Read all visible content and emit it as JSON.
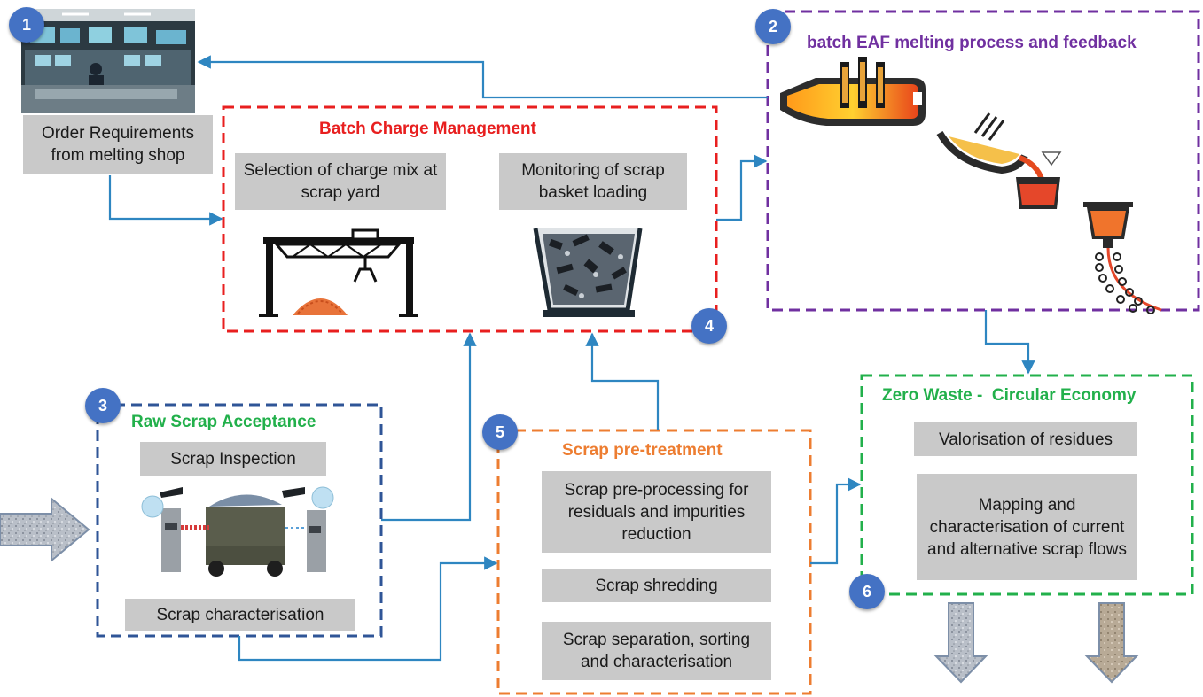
{
  "colors": {
    "red": "#e81f1f",
    "purple": "#7030a0",
    "blue_dashed": "#2f5597",
    "orange": "#ed7d31",
    "green": "#22b04b",
    "connector": "#2e86c1",
    "badge": "#4472c4",
    "label_box": "#c9c9c9"
  },
  "badges": [
    "1",
    "2",
    "3",
    "4",
    "5",
    "6"
  ],
  "order_req": {
    "label": "Order Requirements from melting shop"
  },
  "batch_charge": {
    "title": "Batch Charge Management",
    "selection": "Selection of charge mix at scrap yard",
    "monitoring": "Monitoring of scrap basket loading"
  },
  "eaf": {
    "title": "batch EAF melting process and feedback"
  },
  "raw_scrap": {
    "title": "Raw Scrap Acceptance",
    "inspection": "Scrap Inspection",
    "characterisation": "Scrap characterisation"
  },
  "pretreat": {
    "title": "Scrap pre-treatment",
    "preprocessing": "Scrap pre-processing for residuals and impurities reduction",
    "shredding": "Scrap shredding",
    "separation": "Scrap separation, sorting and characterisation"
  },
  "zero_waste": {
    "title": "Zero Waste -  Circular Economy",
    "valorisation": "Valorisation of residues",
    "mapping": "Mapping and characterisation of current and alternative scrap flows"
  },
  "icons": {
    "control_room": "control-room-photo",
    "crane": "gantry-crane-icon",
    "basket": "scrap-basket-icon",
    "furnace": "electric-arc-furnace-icon",
    "ladle": "ladle-icon",
    "caster": "continuous-caster-icon",
    "truck": "truck-inspection-icon",
    "input_arrow": "scrap-input-arrow",
    "output_arrow": "output-arrow"
  }
}
